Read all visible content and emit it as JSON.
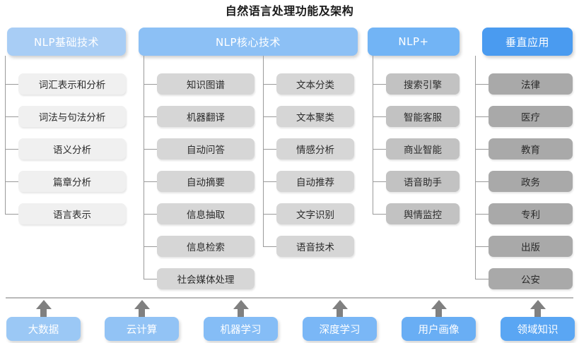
{
  "title": "自然语言处理功能及架构",
  "columns": [
    {
      "id": "nlp-basic",
      "header": "NLP基础技术",
      "header_color": "#a8cdf5",
      "box_level": "lvl1",
      "items": [
        "词汇表示和分析",
        "词法与句法分析",
        "语义分析",
        "篇章分析",
        "语言表示"
      ]
    },
    {
      "id": "nlp-core",
      "header": "NLP核心技术",
      "header_color": "#8cc0f5",
      "box_level": "lvl2",
      "items": [
        "知识图谱",
        "机器翻译",
        "自动问答",
        "自动摘要",
        "信息抽取",
        "信息检索",
        "社会媒体处理"
      ],
      "items_right": [
        "文本分类",
        "文本聚类",
        "情感分析",
        "自动推荐",
        "文字识别",
        "语音技术"
      ]
    },
    {
      "id": "nlp-plus",
      "header": "NLP+",
      "header_color": "#72b4f5",
      "box_level": "lvl3",
      "items": [
        "搜索引擎",
        "智能客服",
        "商业智能",
        "语音助手",
        "舆情监控"
      ]
    },
    {
      "id": "vertical-app",
      "header": "垂直应用",
      "header_color": "#4a9bf0",
      "box_level": "lvl4",
      "items": [
        "法律",
        "医疗",
        "教育",
        "政务",
        "专利",
        "出版",
        "公安"
      ]
    }
  ],
  "foundation": {
    "items": [
      {
        "label": "大数据",
        "color": "#9bc8f5"
      },
      {
        "label": "云计算",
        "color": "#92c3f5"
      },
      {
        "label": "机器学习",
        "color": "#85bdf6"
      },
      {
        "label": "深度学习",
        "color": "#7ab7f6"
      },
      {
        "label": "用户画像",
        "color": "#69aef4"
      },
      {
        "label": "领域知识",
        "color": "#5aa6f3"
      }
    ],
    "arrow_color": "#808080",
    "divider_color": "#b9b9b9"
  },
  "connector_color": "#9a9a9a"
}
